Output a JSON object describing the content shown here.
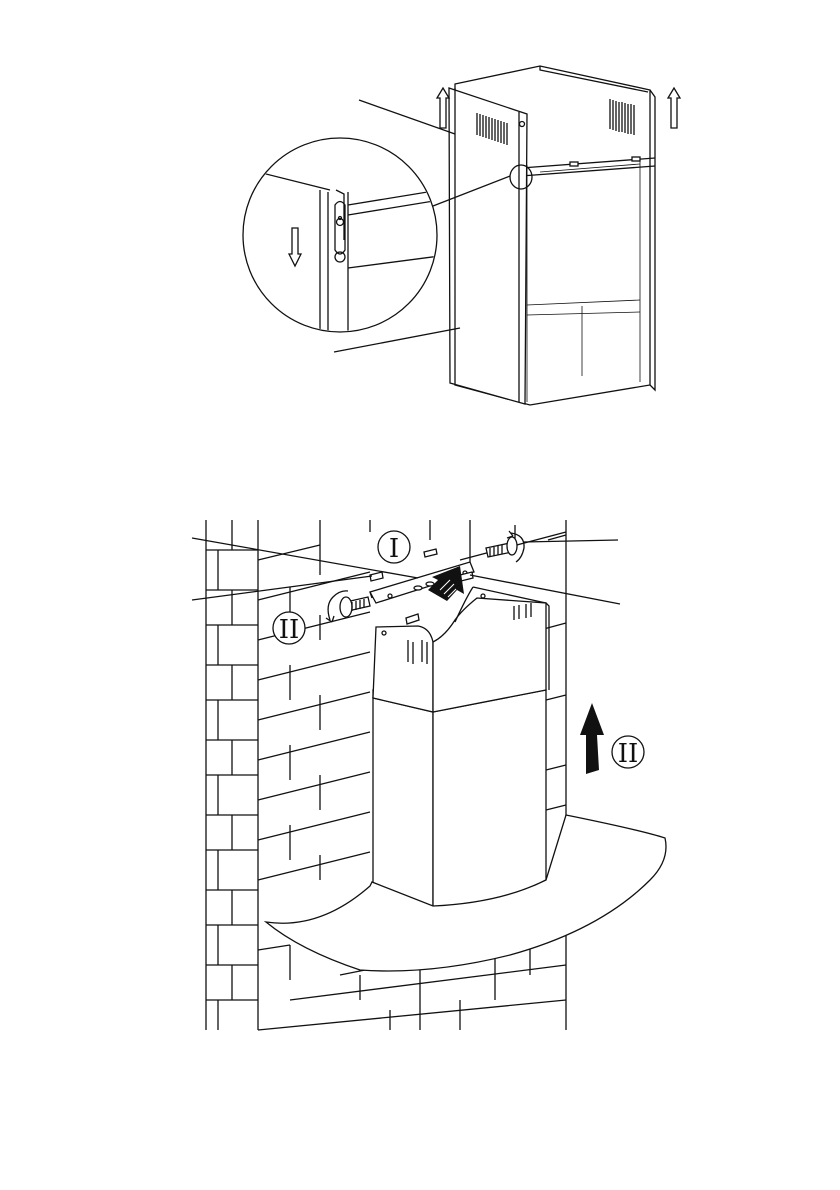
{
  "figures": [
    {
      "id": "top",
      "desc_icons": [
        "arrow-up-icon",
        "arrow-up-icon",
        "arrow-down-icon"
      ]
    },
    {
      "id": "bottom",
      "step_markers": {
        "step_one": "I",
        "step_two_left": "II",
        "step_two_right": "II"
      }
    }
  ],
  "colors": {
    "line": "#111111",
    "shade": "#e9e9e9",
    "background": "#ffffff"
  }
}
